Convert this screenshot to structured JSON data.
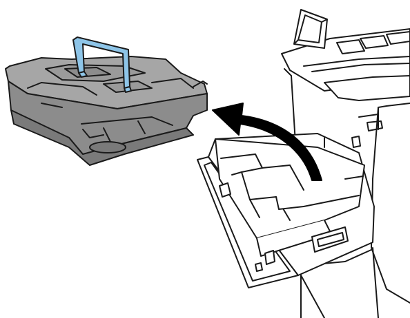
{
  "illustration": {
    "colors": {
      "background": "#ffffff",
      "outline": "#1a1a1a",
      "cartridge_body": "#a6a6a6",
      "cartridge_shade": "#8c8c8c",
      "cartridge_dark": "#7a7a7a",
      "handle": "#8ec5e8",
      "arrow": "#000000"
    },
    "parts": [
      "toner-cartridge",
      "cartridge-handle",
      "removal-arrow",
      "printer",
      "control-panel",
      "cartridge-drawer"
    ]
  }
}
